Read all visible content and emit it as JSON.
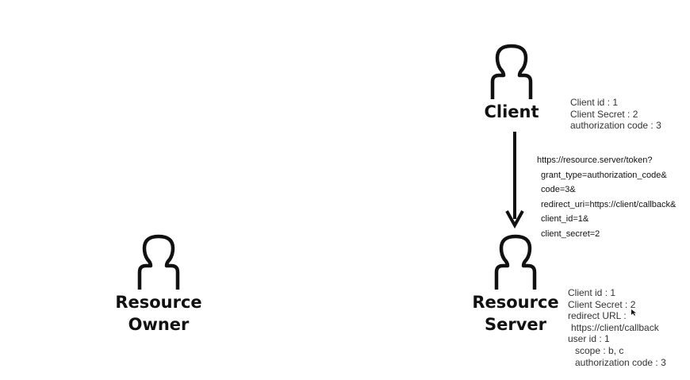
{
  "actors": {
    "client": {
      "label": "Client",
      "icon": "person-icon"
    },
    "resource_owner": {
      "label": "Resource\nOwner",
      "icon": "person-icon"
    },
    "resource_server": {
      "label": "Resource\nServer",
      "icon": "person-icon"
    }
  },
  "client_info": [
    "Client id : 1",
    "Client Secret : 2",
    "authorization code : 3"
  ],
  "token_request": {
    "url": "https://resource.server/token?",
    "params": [
      "grant_type=authorization_code&",
      "code=3&",
      "redirect_uri=https://client/callback&",
      "client_id=1&",
      "client_secret=2"
    ]
  },
  "server_info": [
    "Client id : 1",
    "Client Secret : 2",
    "redirect URL :",
    "https://client/callback",
    "user id : 1",
    "scope : b, c",
    "authorization code : 3"
  ],
  "colors": {
    "stroke": "#111111",
    "text": "#333333",
    "background": "#ffffff"
  }
}
